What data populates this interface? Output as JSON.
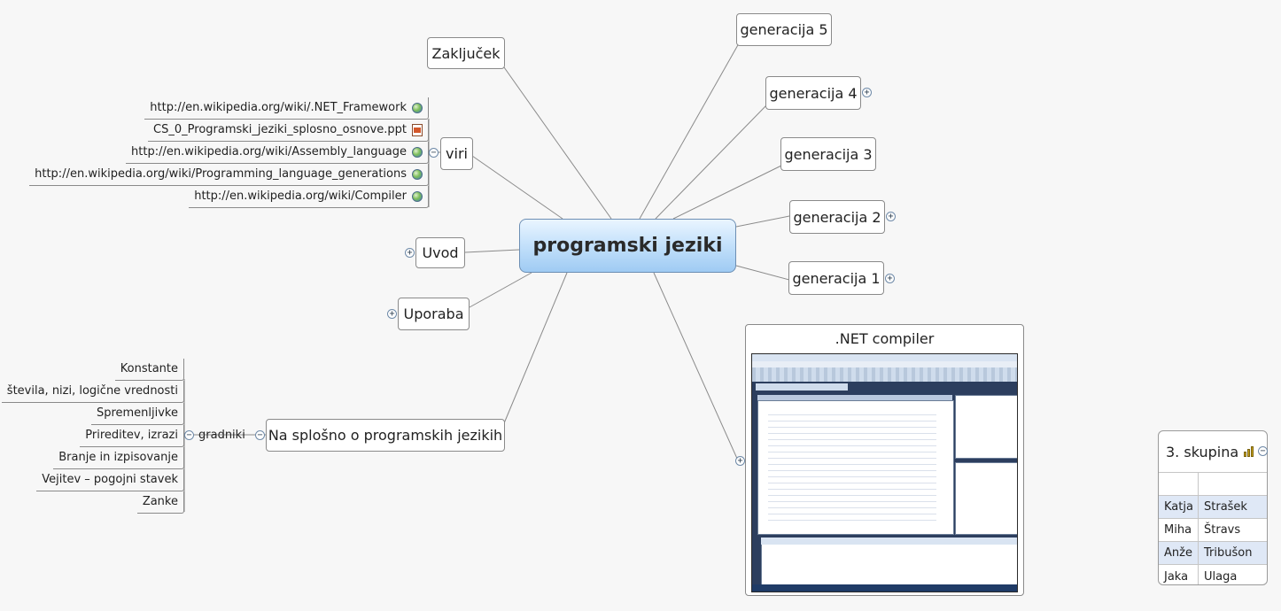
{
  "central": {
    "label": "programski jeziki"
  },
  "branches": {
    "zakljucek": "Zaključek",
    "viri": "viri",
    "uvod": "Uvod",
    "uporaba": "Uporaba",
    "na_splosno": "Na splošno o programskih jezikih",
    "gen5": "generacija 5",
    "gen4": "generacija 4",
    "gen3": "generacija 3",
    "gen2": "generacija 2",
    "gen1": "generacija 1"
  },
  "viri_links": [
    {
      "label": "http://en.wikipedia.org/wiki/.NET_Framework",
      "icon": "globe-icon"
    },
    {
      "label": "CS_0_Programski_jeziki_splosno_osnove.ppt",
      "icon": "ppt-file-icon"
    },
    {
      "label": "http://en.wikipedia.org/wiki/Assembly_language",
      "icon": "globe-icon"
    },
    {
      "label": "http://en.wikipedia.org/wiki/Programming_language_generations",
      "icon": "globe-icon"
    },
    {
      "label": "http://en.wikipedia.org/wiki/Compiler",
      "icon": "globe-icon"
    }
  ],
  "gradniki": {
    "label": "gradniki",
    "items": [
      "Konstante",
      "števila, nizi, logične vrednosti",
      "Spremenljivke",
      "Prireditev, izrazi",
      "Branje in izpisovanje",
      "Vejitev – pogojni stavek",
      "Zanke"
    ]
  },
  "image_topic": {
    "title": ".NET compiler"
  },
  "team_table": {
    "title": "3. skupina",
    "rows": [
      {
        "first": "Katja",
        "last": "Strašek"
      },
      {
        "first": "Miha",
        "last": "Štravs"
      },
      {
        "first": "Anže",
        "last": "Tribušon"
      },
      {
        "first": "Jaka",
        "last": "Ulaga"
      }
    ]
  },
  "toggles": {
    "expand": "+",
    "collapse": "−"
  },
  "colors": {
    "line": "#8a8a8a",
    "central_top": "#eaf5ff",
    "central_bottom": "#9fcbf3",
    "row_alt": "#dfe8f6"
  }
}
